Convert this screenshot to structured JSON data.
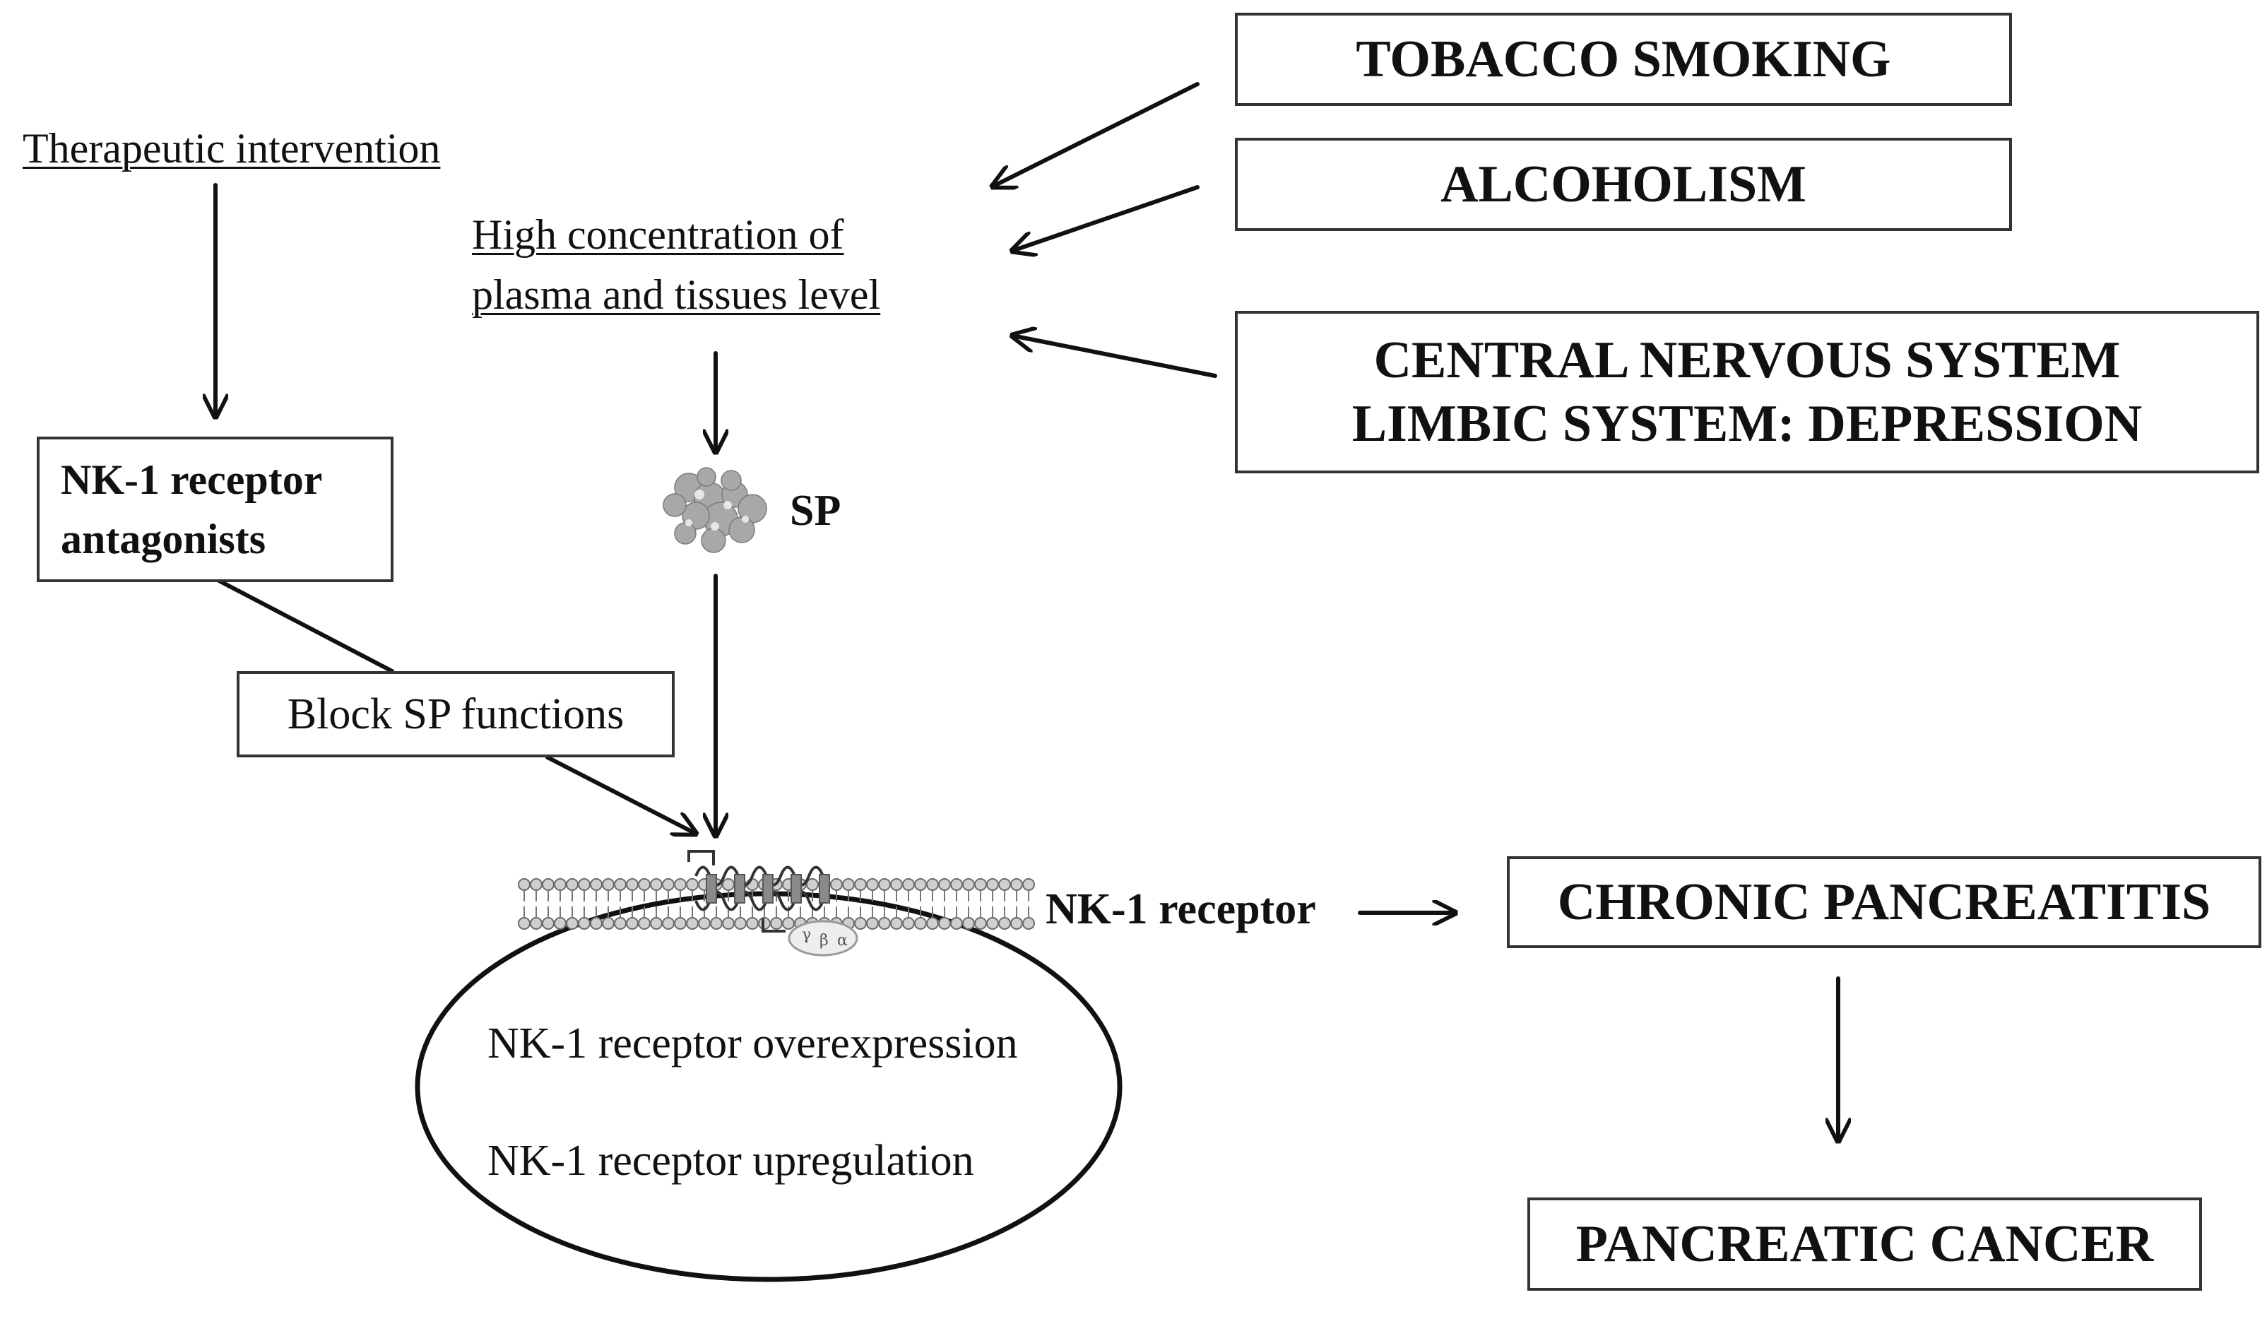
{
  "left": {
    "therapeutic_label": "Therapeutic intervention",
    "antagonists_line1": "NK-1 receptor",
    "antagonists_line2": "antagonists",
    "block_label": "Block SP functions"
  },
  "center": {
    "concentration_line1": "High concentration of",
    "concentration_line2": "plasma and tissues level",
    "sp_label": "SP",
    "receptor_label": "NK-1 receptor",
    "subunit_gamma": "γ",
    "subunit_beta": "β",
    "subunit_alpha": "α",
    "ellipse_line1": "NK-1 receptor overexpression",
    "ellipse_line2": "NK-1 receptor upregulation"
  },
  "causes": {
    "tobacco": "TOBACCO SMOKING",
    "alcohol": "ALCOHOLISM",
    "cns_line1": "CENTRAL NERVOUS SYSTEM",
    "cns_line2": "LIMBIC SYSTEM: DEPRESSION"
  },
  "outcomes": {
    "chronic": "CHRONIC PANCREATITIS",
    "cancer": "PANCREATIC CANCER"
  },
  "colors": {
    "line": "#111111",
    "box_border": "#333333",
    "membrane_head": "#cfcfcf",
    "sp_molecule": "#9a9a9a"
  }
}
